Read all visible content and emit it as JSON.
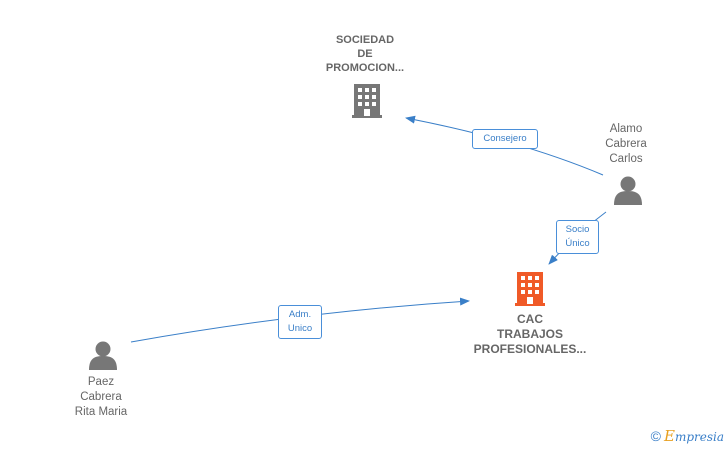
{
  "nodes": {
    "sociedad": {
      "lines": [
        "SOCIEDAD",
        "DE",
        "PROMOCION..."
      ],
      "color": "#777777"
    },
    "alamo": {
      "lines": [
        "Alamo",
        "Cabrera",
        "Carlos"
      ],
      "color": "#777777"
    },
    "cac": {
      "lines": [
        "CAC",
        "TRABAJOS",
        "PROFESIONALES..."
      ],
      "color": "#f05a28"
    },
    "paez": {
      "lines": [
        "Paez",
        "Cabrera",
        "Rita Maria"
      ],
      "color": "#777777"
    }
  },
  "edges": {
    "consejero": {
      "lines": [
        "Consejero"
      ]
    },
    "socio_unico": {
      "lines": [
        "Socio",
        "Único"
      ]
    },
    "adm_unico": {
      "lines": [
        "Adm.",
        "Unico"
      ]
    }
  },
  "colors": {
    "edge": "#3a7fc8",
    "text": "#666666"
  },
  "footer": {
    "copyright": "©",
    "brand_initial": "E",
    "brand_rest": "mpresia"
  }
}
